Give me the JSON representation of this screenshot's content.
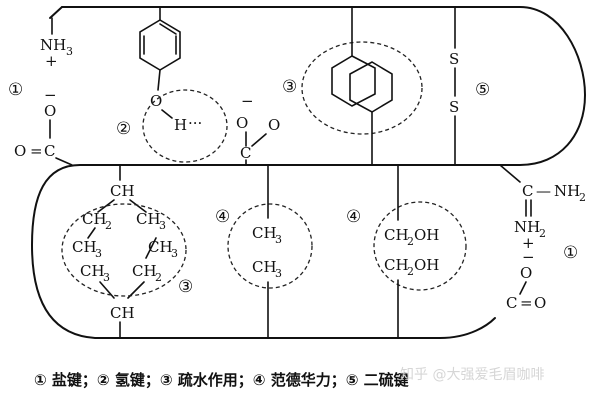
{
  "labels": {
    "top_amine": "NH",
    "top_amine_sub": "3",
    "plus": "+",
    "minus": "−",
    "o_top": "O",
    "o_carbonyl": "O",
    "c_carbonyl": "C",
    "eq": "=",
    "oh_o": "O",
    "oh_h": "H",
    "hbond_dots": "···",
    "s1": "S",
    "s2": "S",
    "ch": "CH",
    "ch2": "CH",
    "ch3": "CH",
    "sub2": "2",
    "sub3": "3",
    "ch2oh": "CH",
    "oh": "OH",
    "guan_c": "C",
    "guan_nh2": "NH",
    "guan_dash": "—",
    "right_nh2": "NH",
    "right_plus": "+"
  },
  "markers": {
    "m1": "①",
    "m2": "②",
    "m3": "③",
    "m4": "④",
    "m5": "⑤"
  },
  "legend": {
    "text": "① 盐键；② 氢键；③ 疏水作用；④ 范德华力；⑤ 二硫键"
  },
  "watermark": {
    "text": "知乎 @大强爱毛眉咖啡"
  }
}
